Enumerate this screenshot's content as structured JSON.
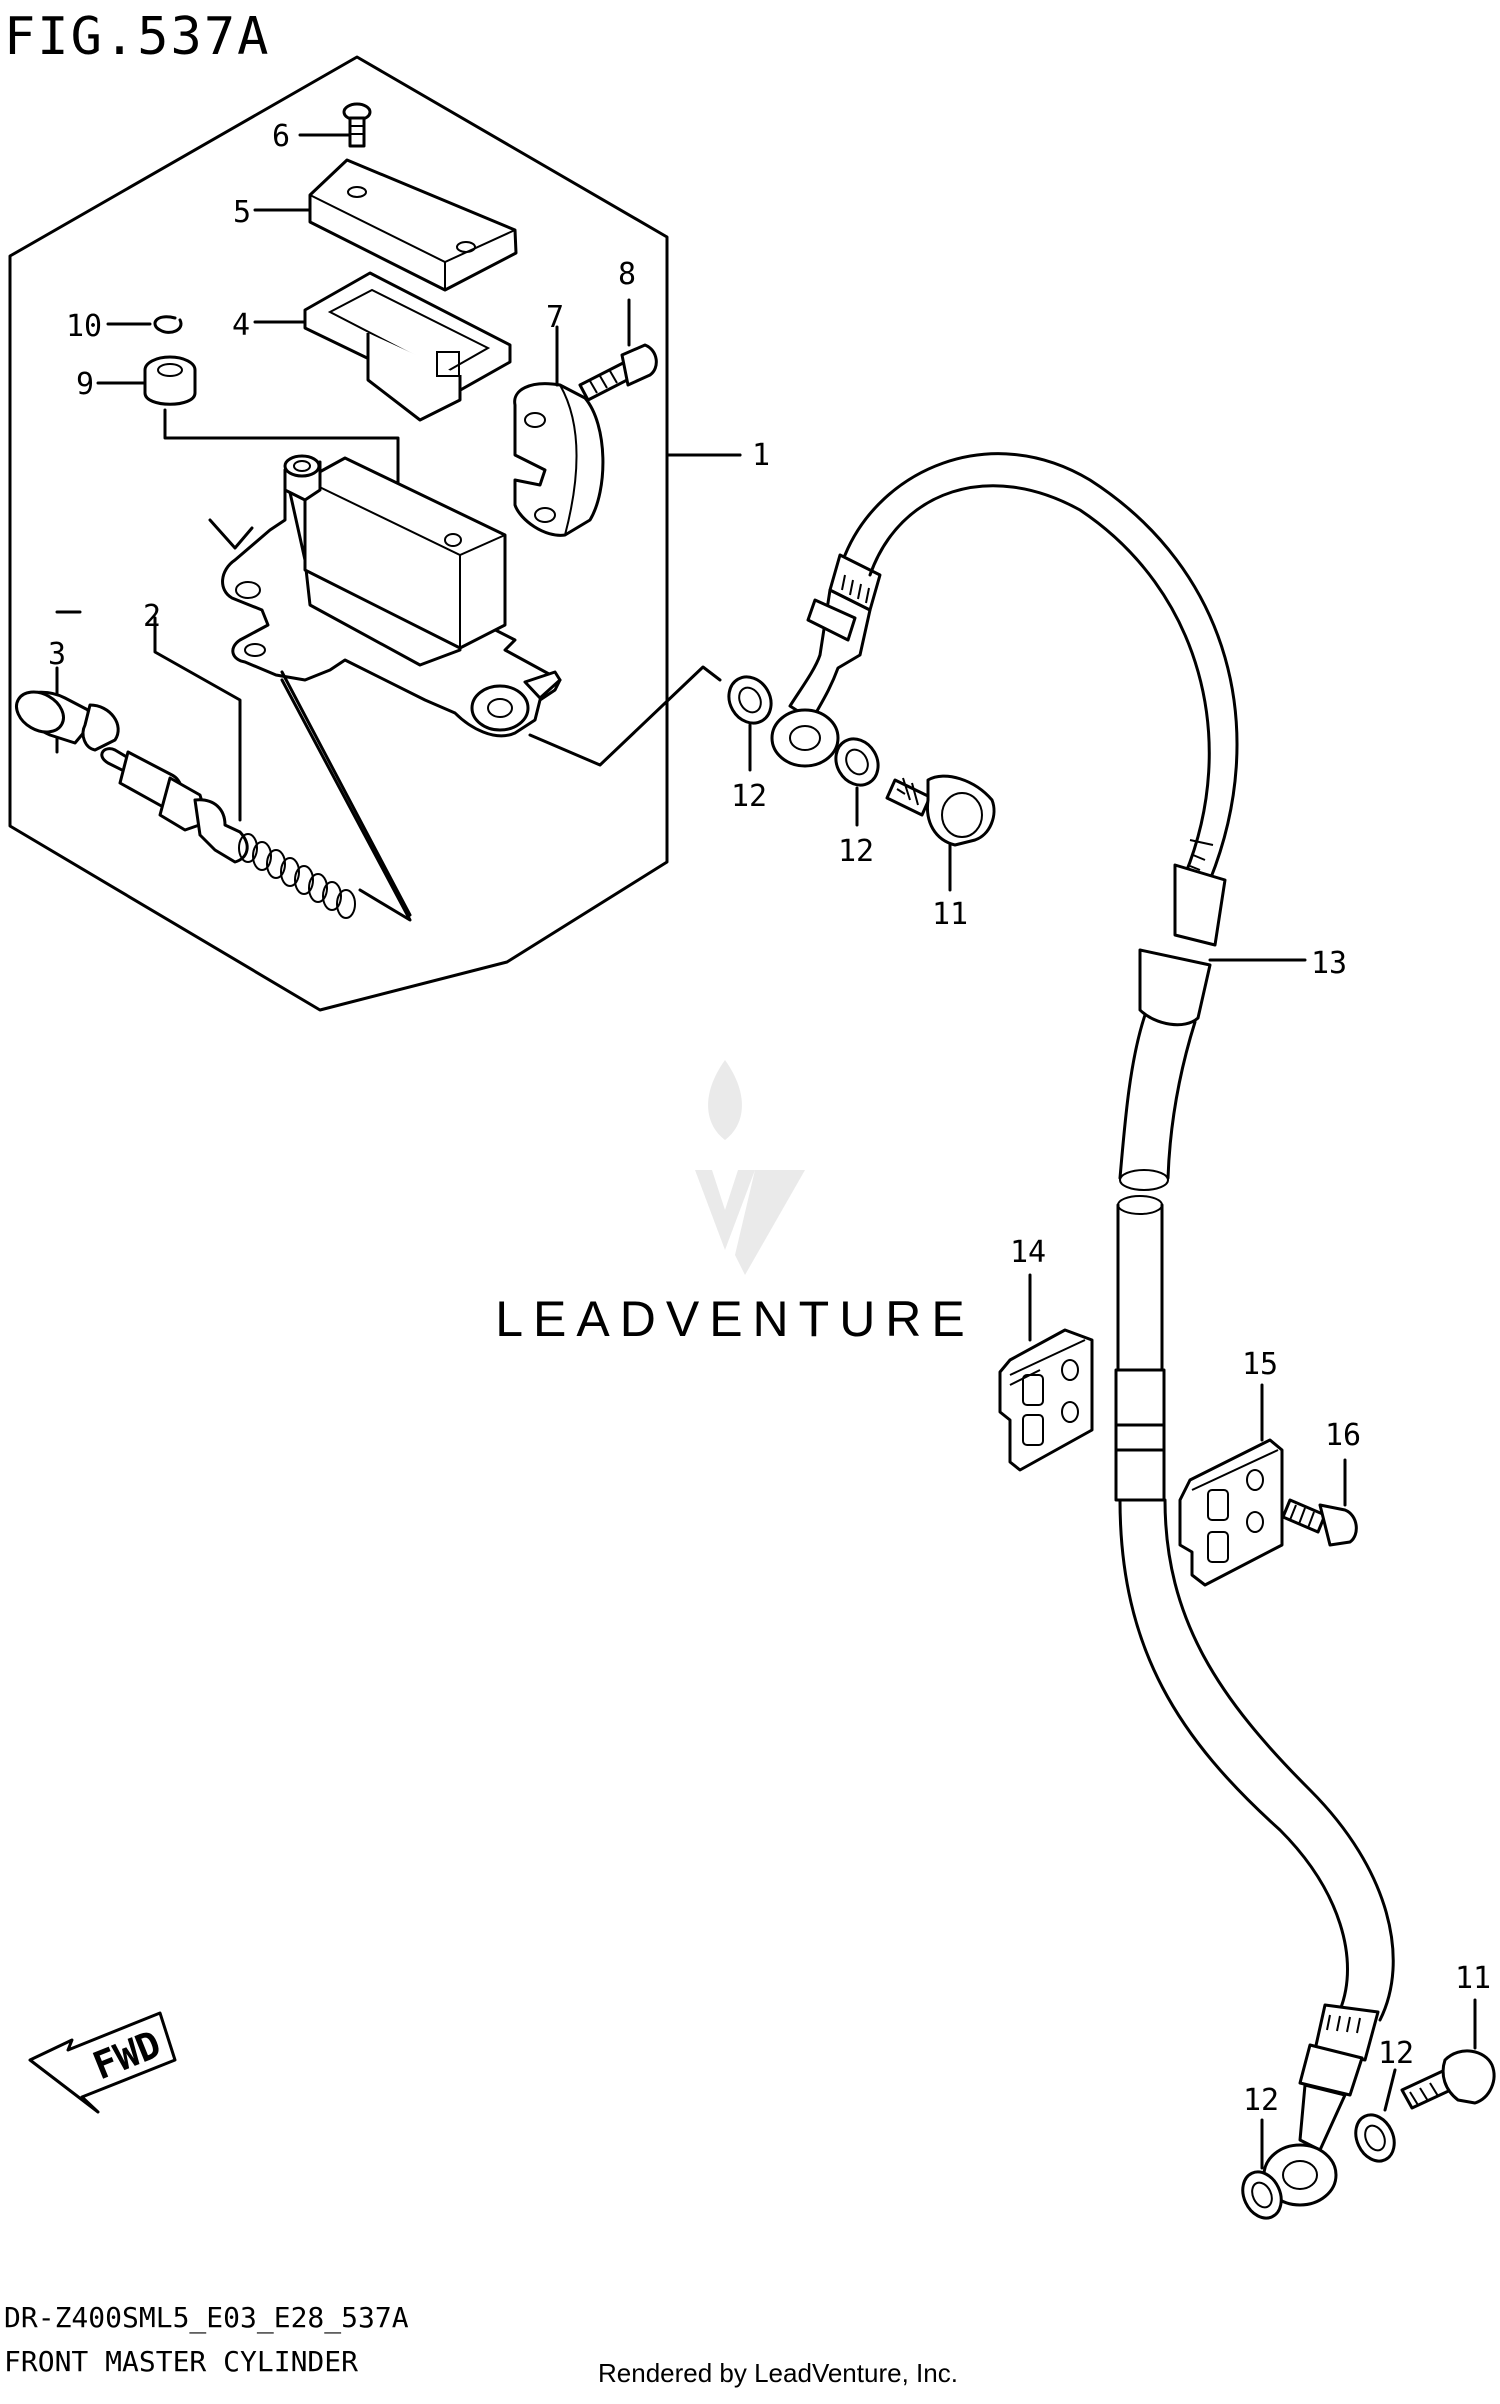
{
  "figure": {
    "title": "FIG.537A",
    "model_code": "DR-Z400SML5_E03_E28_537A",
    "name": "FRONT MASTER CYLINDER",
    "rendered_by": "Rendered by LeadVenture, Inc.",
    "watermark": "LEADVENTURE",
    "fwd_label": "FWD"
  },
  "callouts": [
    "1",
    "2",
    "3",
    "4",
    "5",
    "6",
    "7",
    "8",
    "9",
    "10",
    "11",
    "12",
    "12",
    "11",
    "13",
    "14",
    "15",
    "16",
    "12",
    "12"
  ],
  "colors": {
    "ink": "#000000",
    "watermark": "#e2e2e2",
    "background": "#ffffff"
  }
}
